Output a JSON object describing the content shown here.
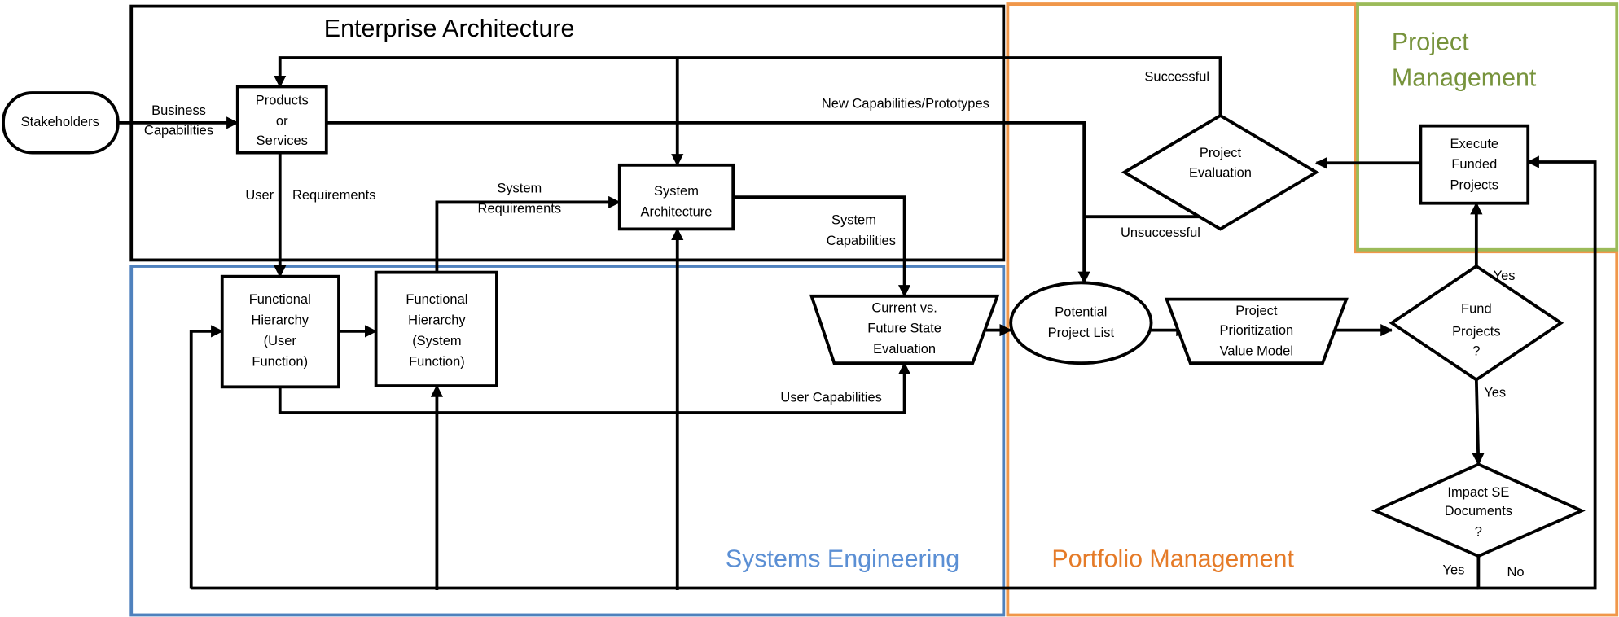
{
  "colors": {
    "enterprise_architecture": "#000000",
    "systems_engineering": "#4f81bd",
    "portfolio_management": "#f0974a",
    "project_management": "#9bbb59",
    "systems_engineering_title": "#5b8fd4",
    "portfolio_management_title": "#e57b28",
    "project_management_title": "#77933c"
  },
  "regions": {
    "enterprise_architecture": {
      "title": "Enterprise Architecture"
    },
    "systems_engineering": {
      "title": "Systems Engineering"
    },
    "portfolio_management": {
      "title": "Portfolio Management"
    },
    "project_management": {
      "title_lines": [
        "Project",
        "Management"
      ]
    }
  },
  "nodes": {
    "stakeholders": {
      "shape": "terminator",
      "lines": [
        "Stakeholders"
      ]
    },
    "products_services": {
      "shape": "process",
      "lines": [
        "Products",
        "or",
        "Services"
      ]
    },
    "system_architecture": {
      "shape": "process",
      "lines": [
        "System",
        "Architecture"
      ]
    },
    "fh_user": {
      "shape": "process",
      "lines": [
        "Functional",
        "Hierarchy",
        "(User",
        "Function)"
      ]
    },
    "fh_system": {
      "shape": "process",
      "lines": [
        "Functional",
        "Hierarchy",
        "(System",
        "Function)"
      ]
    },
    "current_future": {
      "shape": "manual-operation",
      "lines": [
        "Current vs.",
        "Future State",
        "Evaluation"
      ]
    },
    "potential_list": {
      "shape": "ellipse",
      "lines": [
        "Potential",
        "Project List"
      ]
    },
    "prioritization": {
      "shape": "manual-operation",
      "lines": [
        "Project",
        "Prioritization",
        "Value Model"
      ]
    },
    "fund_projects": {
      "shape": "decision",
      "lines": [
        "Fund",
        "Projects",
        "?"
      ]
    },
    "impact_se": {
      "shape": "decision",
      "lines": [
        "Impact SE",
        "Documents",
        "?"
      ]
    },
    "project_evaluation": {
      "shape": "decision",
      "lines": [
        "Project",
        "Evaluation"
      ]
    },
    "execute_funded": {
      "shape": "process",
      "lines": [
        "Execute",
        "Funded",
        "Projects"
      ]
    }
  },
  "edge_labels": {
    "business": "Business",
    "capabilities": "Capabilities",
    "user": "User",
    "requirements": "Requirements",
    "system_req_1": "System",
    "system_req_2": "Requirements",
    "system_cap_1": "System",
    "system_cap_2": "Capabilities",
    "user_capabilities": "User Capabilities",
    "new_capabilities": "New Capabilities/Prototypes",
    "successful": "Successful",
    "unsuccessful": "Unsuccessful",
    "fund_yes_up": "Yes",
    "fund_yes_down": "Yes",
    "impact_yes": "Yes",
    "impact_no": "No"
  }
}
